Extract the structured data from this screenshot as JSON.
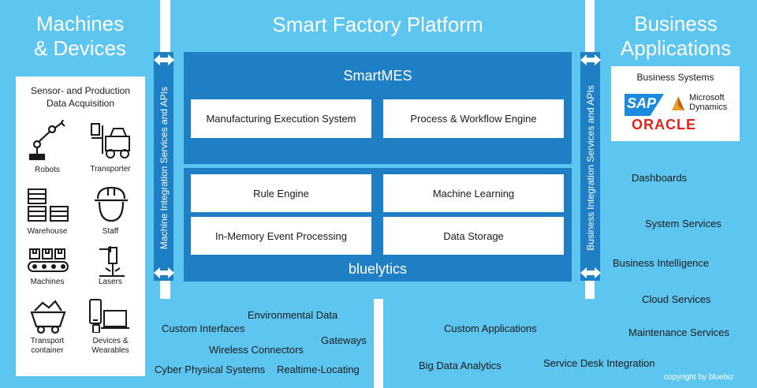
{
  "left": {
    "title_line1": "Machines",
    "title_line2": "& Devices",
    "acq_line1": "Sensor- and Production",
    "acq_line2": "Data Acquisition",
    "icons": [
      {
        "label": "Robots",
        "icon": "robot-arm-icon"
      },
      {
        "label": "Transporter",
        "icon": "forklift-icon"
      },
      {
        "label": "Warehouse",
        "icon": "warehouse-boxes-icon"
      },
      {
        "label": "Staff",
        "icon": "hard-hat-worker-icon"
      },
      {
        "label": "Machines",
        "icon": "conveyor-machine-icon"
      },
      {
        "label": "Lasers",
        "icon": "laser-icon"
      },
      {
        "label_line1": "Transport",
        "label_line2": "container",
        "icon": "mine-cart-icon"
      },
      {
        "label_line1": "Devices &",
        "label_line2": "Wearables",
        "icon": "devices-icon"
      }
    ]
  },
  "center": {
    "title": "Smart Factory Platform",
    "left_band": "Machine Integration Services and APIs",
    "right_band": "Business Integration Services and APIs",
    "smartmes": {
      "title": "SmartMES",
      "boxes": [
        "Manufacturing Execution System",
        "Process & Workflow Engine"
      ]
    },
    "bluelytics": {
      "title": "bluelytics",
      "boxes": [
        "Rule Engine",
        "Machine Learning",
        "In-Memory Event Processing",
        "Data Storage"
      ]
    }
  },
  "right": {
    "title_line1": "Business",
    "title_line2": "Applications",
    "systems_title": "Business Systems",
    "logos": [
      "SAP",
      "Microsoft",
      "Dynamics",
      "ORACLE"
    ],
    "items": [
      "Dashboards",
      "System Services",
      "Business Intelligence",
      "Cloud Services",
      "Maintenance Services"
    ]
  },
  "bottom_left": [
    "Environmental Data",
    "Custom Interfaces",
    "Gateways",
    "Wireless Connectors",
    "Cyber Physical Systems",
    "Realtime-Locating"
  ],
  "bottom_right": [
    "Custom Applications",
    "Big Data Analytics",
    "Service Desk Integration"
  ],
  "copyright": "copyright by bluebiz",
  "colors": {
    "panel": "#5cc6f0",
    "dark": "#1f7fc4",
    "sap": "#1a8ae0",
    "oracle": "#e2231a"
  }
}
